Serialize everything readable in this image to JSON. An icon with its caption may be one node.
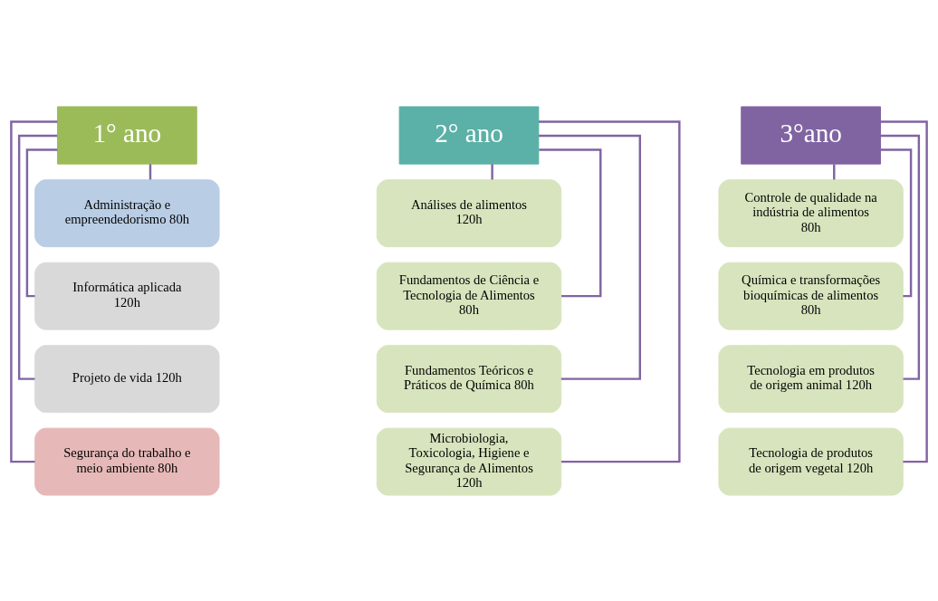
{
  "diagram": {
    "nodes": [
      {
        "text": [
          "1° ano"
        ]
      },
      {
        "text": [
          "Administração e empreendedorismo 80h"
        ]
      },
      {
        "text": [
          "Informática aplicada 120h"
        ]
      },
      {
        "text": [
          "Projeto de vida 120h"
        ]
      },
      {
        "text": [
          "Segurança do trabalho e meio ambiente 80h"
        ]
      },
      {
        "text": [
          "2° ano"
        ]
      },
      {
        "text": [
          "Análises de alimentos 120h"
        ]
      },
      {
        "text": [
          "Fundamentos de Ciência e Tecnologia de Alimentos 80h"
        ]
      },
      {
        "text": [
          "Fundamentos Teóricos e Práticos de Química 80h"
        ]
      },
      {
        "text": [
          "Microbiologia, Toxicologia, Higiene e Segurança de Alimentos 120h"
        ]
      },
      {
        "text": [
          "3°ano"
        ]
      },
      {
        "text": [
          "Controle de qualidade na indústria de alimentos 80h"
        ]
      },
      {
        "text": [
          "Química e transformações bioquímicas de alimentos 80h"
        ]
      },
      {
        "text": [
          "Tecnologia em produtos de origem animal 120h"
        ]
      },
      {
        "text": [
          "Tecnologia de produtos de origem vegetal 120h"
        ]
      }
    ],
    "edges": [
      {
        "from": 0,
        "to": 1,
        "arrow": "none"
      },
      {
        "from": 0,
        "to": 2,
        "arrow": "none"
      },
      {
        "from": 0,
        "to": 3,
        "arrow": "none"
      },
      {
        "from": 0,
        "to": 4,
        "arrow": "none"
      },
      {
        "from": 5,
        "to": 6,
        "arrow": "none"
      },
      {
        "from": 5,
        "to": 7,
        "arrow": "none"
      },
      {
        "from": 5,
        "to": 8,
        "arrow": "none"
      },
      {
        "from": 5,
        "to": 9,
        "arrow": "none"
      },
      {
        "from": 10,
        "to": 11,
        "arrow": "none"
      },
      {
        "from": 10,
        "to": 12,
        "arrow": "none"
      },
      {
        "from": 10,
        "to": 13,
        "arrow": "none"
      },
      {
        "from": 10,
        "to": 14,
        "arrow": "none"
      }
    ]
  }
}
